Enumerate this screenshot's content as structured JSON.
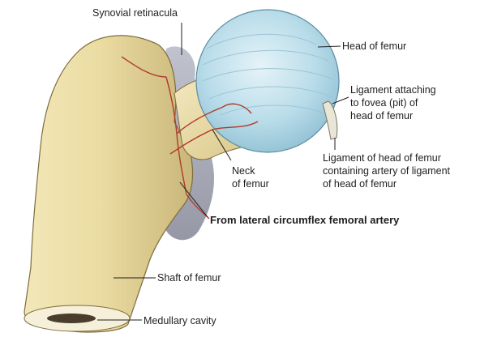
{
  "figure": {
    "labels": {
      "synovial_retinacula": "Synovial retinacula",
      "head_of_femur": "Head of femur",
      "ligament_attaching": [
        "Ligament attaching",
        "to fovea (pit)  of",
        "head of femur"
      ],
      "ligament_of_head": [
        "Ligament of head of femur",
        "containing artery of ligament",
        "of head of femur"
      ],
      "neck_of_femur": [
        "Neck",
        "of femur"
      ],
      "lateral_circumflex": "From lateral circumflex femoral artery",
      "shaft_of_femur": "Shaft of femur",
      "medullary_cavity": "Medullary cavity"
    }
  }
}
